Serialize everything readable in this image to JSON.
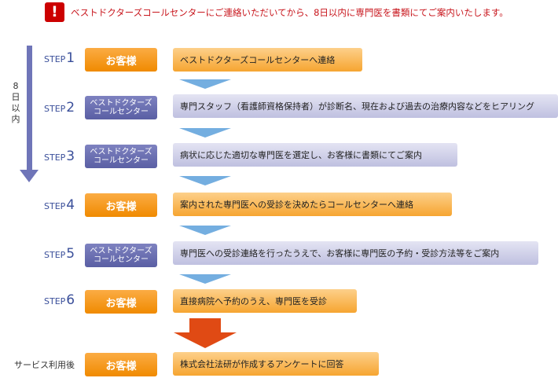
{
  "notice": {
    "icon": "exclamation-icon",
    "icon_glyph": "!",
    "text": "ベストドクターズコールセンターにご連絡いただいてから、8日以内に専門医を書類にてご案内いたします。"
  },
  "range": {
    "label": "8日以内"
  },
  "step_prefix": "STEP",
  "steps": [
    {
      "num": "1",
      "actor": "お客様",
      "desc": "ベストドクターズコールセンターへ連絡"
    },
    {
      "num": "2",
      "actor": "ベストドクターズコールセンター",
      "actor_line1": "ベストドクターズ",
      "actor_line2": "コールセンター",
      "desc": "専門スタッフ（看護師資格保持者）が診断名、現在および過去の治療内容などをヒアリング"
    },
    {
      "num": "3",
      "actor": "ベストドクターズコールセンター",
      "actor_line1": "ベストドクターズ",
      "actor_line2": "コールセンター",
      "desc": "病状に応じた適切な専門医を選定し、お客様に書類にてご案内"
    },
    {
      "num": "4",
      "actor": "お客様",
      "desc": "案内された専門医への受診を決めたらコールセンターへ連絡"
    },
    {
      "num": "5",
      "actor": "ベストドクターズコールセンター",
      "actor_line1": "ベストドクターズ",
      "actor_line2": "コールセンター",
      "desc": "専門医への受診連絡を行ったうえで、お客様に専門医の予約・受診方法等をご案内"
    },
    {
      "num": "6",
      "actor": "お客様",
      "desc": "直接病院へ予約のうえ、専門医を受診"
    }
  ],
  "after_service": {
    "label": "サービス利用後",
    "actor": "お客様",
    "desc": "株式会社法研が作成するアンケートに回答"
  },
  "colors": {
    "accent_orange": "#f08a00",
    "accent_blue": "#5a5fa4",
    "notice_red": "#c8161d",
    "flow_arrow": "#74aee0",
    "final_arrow": "#e04a14"
  }
}
